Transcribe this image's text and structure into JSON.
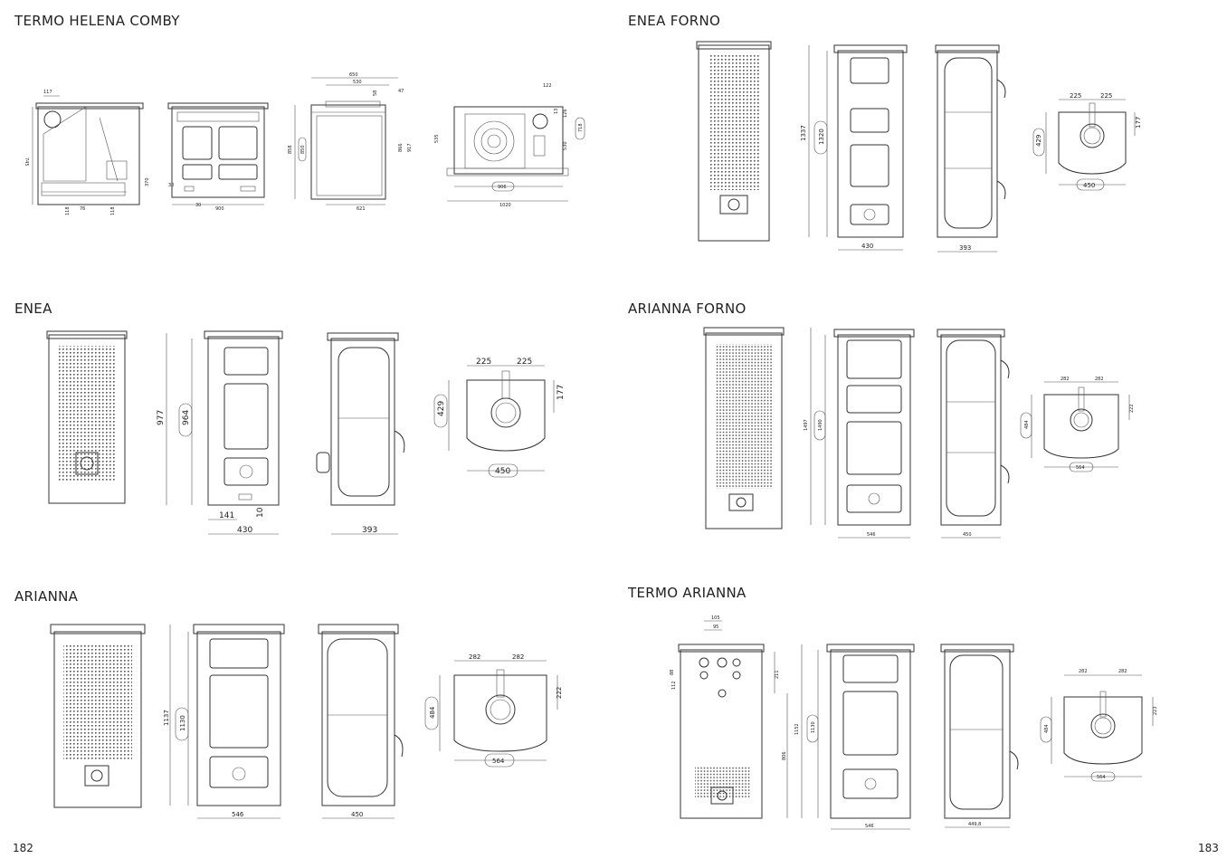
{
  "pages": {
    "left": "182",
    "right": "183"
  },
  "sections": [
    {
      "id": "termo-helena-comby",
      "title": "TERMO HELENA COMBY",
      "dims": [
        "117",
        "745",
        "118",
        "76",
        "118",
        "370",
        "30",
        "30",
        "900",
        "650",
        "530",
        "47",
        "58",
        "858",
        "850",
        "866",
        "917",
        "621",
        "122",
        "13",
        "126",
        "535",
        "718",
        "530",
        "906",
        "1020"
      ]
    },
    {
      "id": "enea",
      "title": "ENEA",
      "dims": [
        "977",
        "964",
        "141",
        "10",
        "430",
        "393",
        "225",
        "225",
        "177",
        "429",
        "450"
      ]
    },
    {
      "id": "arianna",
      "title": "ARIANNA",
      "dims": [
        "1137",
        "1130",
        "546",
        "450",
        "282",
        "282",
        "222",
        "484",
        "564"
      ]
    },
    {
      "id": "enea-forno",
      "title": "ENEA FORNO",
      "dims": [
        "1337",
        "1320",
        "430",
        "393",
        "225",
        "225",
        "177",
        "429",
        "450"
      ]
    },
    {
      "id": "arianna-forno",
      "title": "ARIANNA FORNO",
      "dims": [
        "1497",
        "1490",
        "546",
        "450",
        "282",
        "282",
        "222",
        "484",
        "564"
      ]
    },
    {
      "id": "termo-arianna",
      "title": "TERMO ARIANNA",
      "dims": [
        "105",
        "95",
        "112",
        "88",
        "211",
        "1152",
        "1130",
        "806",
        "546",
        "449,8",
        "282",
        "282",
        "223",
        "484",
        "564"
      ]
    }
  ]
}
